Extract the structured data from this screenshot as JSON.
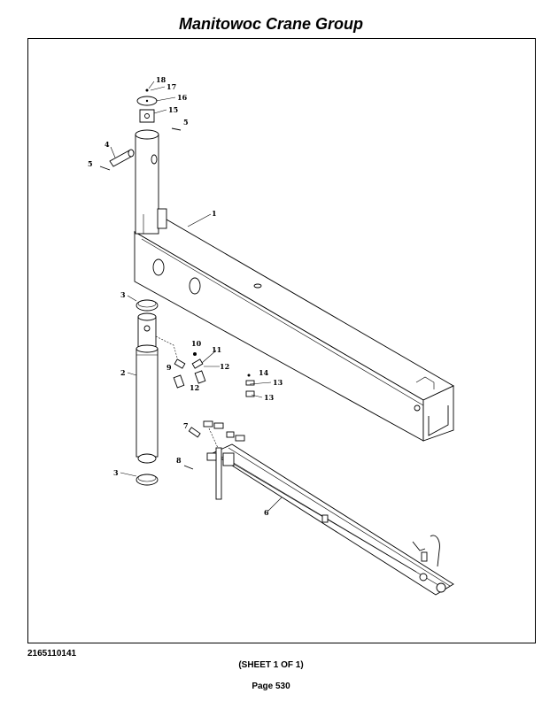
{
  "header": {
    "title": "Manitowoc Crane Group"
  },
  "footer": {
    "doc_number": "2165110141",
    "sheet": "(SHEET 1 OF 1)",
    "page": "Page 530"
  },
  "callouts": [
    "18",
    "17",
    "16",
    "15",
    "5",
    "4",
    "5",
    "1",
    "3",
    "2",
    "3",
    "10",
    "11",
    "9",
    "12",
    "12",
    "14",
    "13",
    "13",
    "7",
    "8",
    "6"
  ]
}
